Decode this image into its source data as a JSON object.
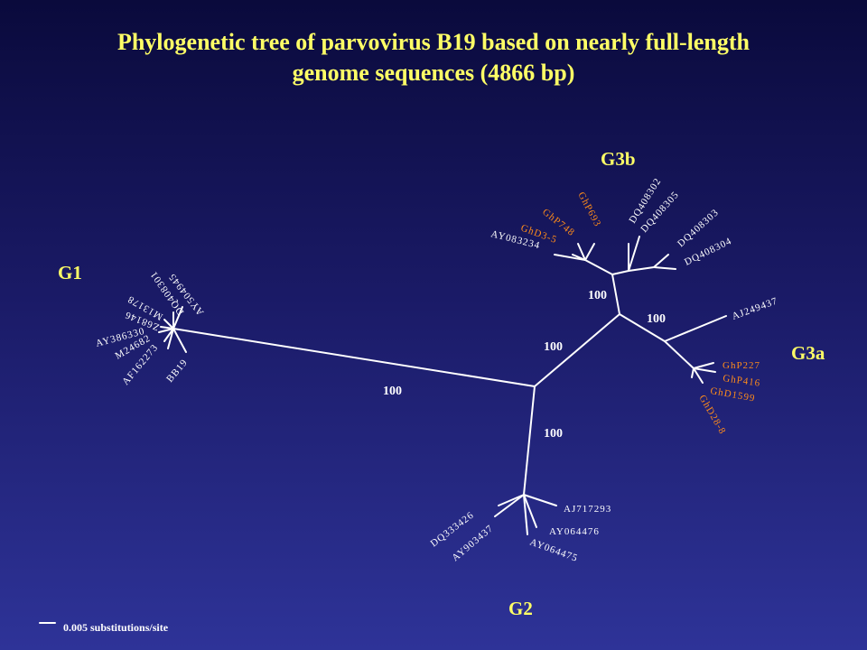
{
  "title": {
    "line1": "Phylogenetic tree of parvovirus B19 based on nearly full-length",
    "line2": "genome sequences (4866 bp)"
  },
  "groups": {
    "g1": "G1",
    "g2": "G2",
    "g3a": "G3a",
    "g3b": "G3b"
  },
  "bootstrap": {
    "root_g1": "100",
    "root_g2": "100",
    "root_g3": "100",
    "g3b": "100",
    "g3a": "100"
  },
  "leaves": {
    "g1": [
      "AY504945",
      "DQ408301",
      "M13178",
      "Z68146",
      "AY386330",
      "M24682",
      "AF162273",
      "BB19"
    ],
    "g2": [
      "AJ717293",
      "AY064476",
      "AY064475",
      "AY903437",
      "DQ333426"
    ],
    "g3a": [
      "AJ249437",
      "GhP227",
      "GhP416",
      "GhD1599",
      "GhD28-8"
    ],
    "g3b": [
      "GhP693",
      "GhP748",
      "GhD3-5",
      "AY083234",
      "DQ408302",
      "DQ408305",
      "DQ408303",
      "DQ408304"
    ]
  },
  "scale_bar": {
    "label": "0.005 substitutions/site"
  },
  "colors": {
    "background_top": "#0a0a3c",
    "background_bottom": "#2e3398",
    "title": "#ffff66",
    "branch": "#ffffff",
    "ghana_isolates": "#ff8c1a"
  }
}
